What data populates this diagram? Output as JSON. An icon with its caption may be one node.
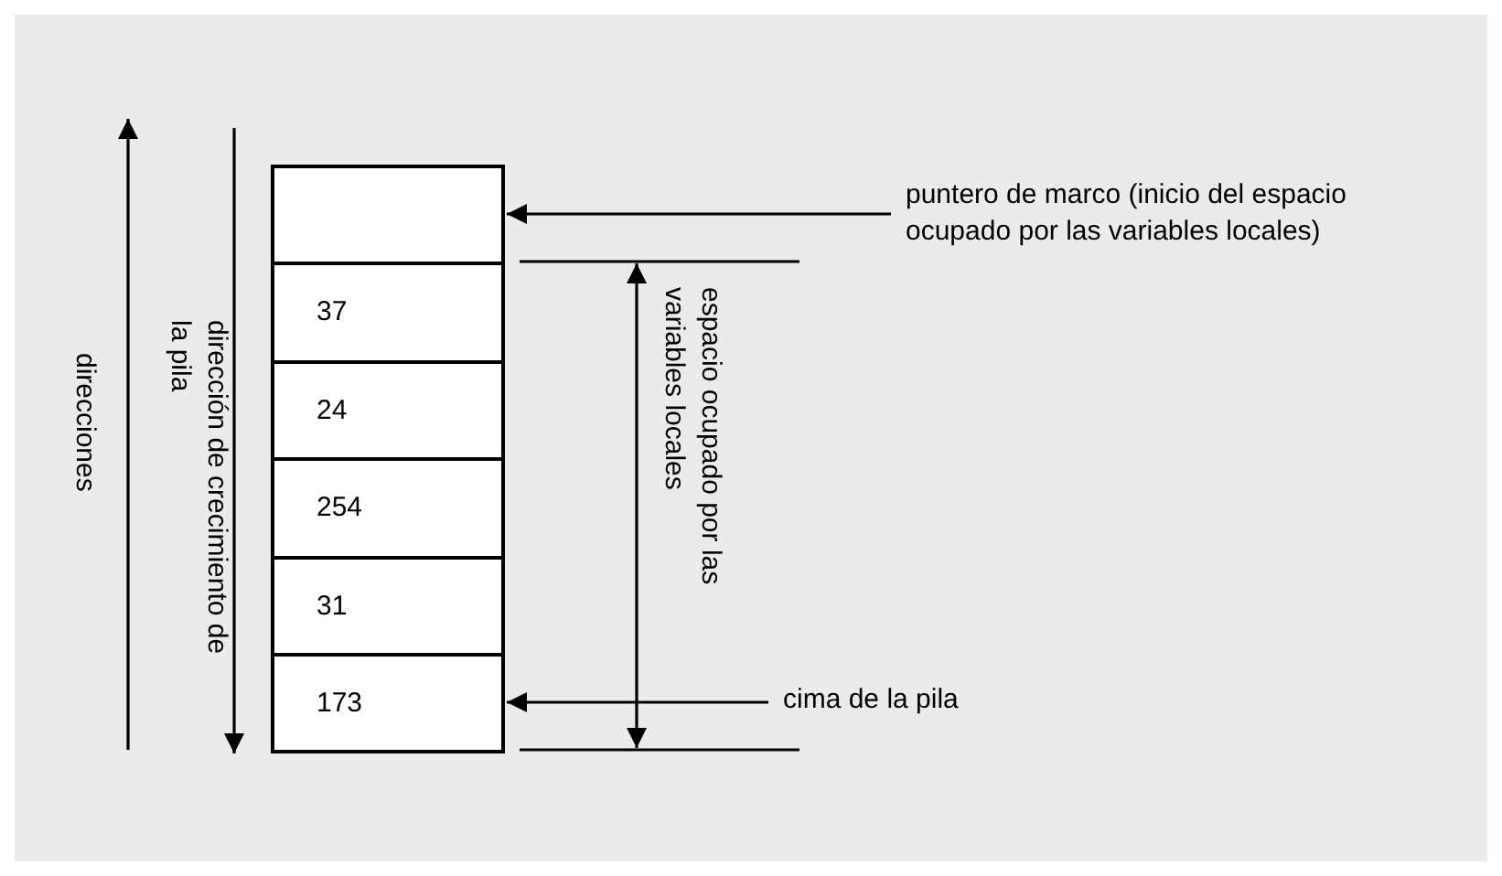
{
  "diagram": {
    "nodes": [
      {
        "text": [],
        "shape": "box"
      },
      {
        "text": [
          "37"
        ]
      },
      {
        "text": [
          "24"
        ]
      },
      {
        "text": [
          "254"
        ]
      },
      {
        "text": [
          "31"
        ]
      },
      {
        "text": [
          "173"
        ]
      },
      {
        "text": [
          "puntero de marco (inicio del espacio ocupado por las variables locales)"
        ]
      },
      {
        "text": [
          "cima de la pila"
        ]
      }
    ],
    "edges": [
      {
        "from": 6,
        "to": 0,
        "arrow": "to"
      },
      {
        "from": 7,
        "to": 5,
        "arrow": "to"
      }
    ],
    "labels": [
      "direcciones",
      "dirección de crecimiento de la pila",
      "espacio ocupado por las variables locales"
    ]
  }
}
